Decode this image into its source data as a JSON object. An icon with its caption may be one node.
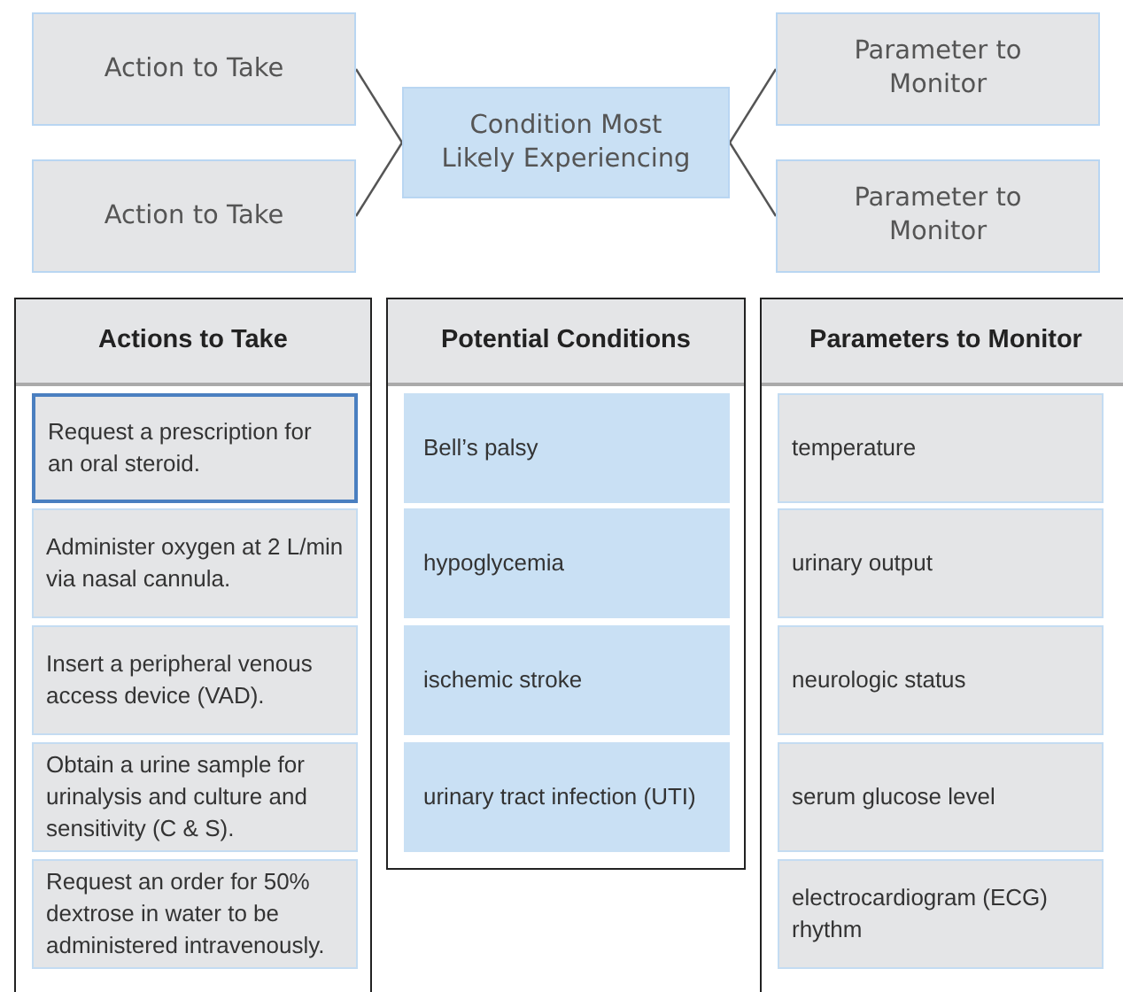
{
  "diagram": {
    "nodes": [
      {
        "text": [
          "Action to Take"
        ]
      },
      {
        "text": [
          "Action to Take"
        ]
      },
      {
        "text": [
          "Condition Most Likely Experiencing"
        ]
      },
      {
        "text": [
          "Parameter to Monitor"
        ]
      },
      {
        "text": [
          "Parameter to Monitor"
        ]
      },
      {
        "text": [
          "Actions to Take"
        ]
      },
      {
        "text": [
          "Request a prescription for an oral steroid."
        ],
        "in": 5
      },
      {
        "text": [
          "Administer oxygen at 2 L/min via nasal cannula."
        ],
        "in": 5
      },
      {
        "text": [
          "Insert a peripheral venous access device (VAD)."
        ],
        "in": 5
      },
      {
        "text": [
          "Obtain a urine sample for urinalysis and culture and sensitivity (C & S)."
        ],
        "in": 5
      },
      {
        "text": [
          "Request an order for 50% dextrose in water to be administered intravenously."
        ],
        "in": 5
      },
      {
        "text": [
          "Potential Conditions"
        ]
      },
      {
        "text": [
          "Bell’s palsy"
        ],
        "in": 11
      },
      {
        "text": [
          "hypoglycemia"
        ],
        "in": 11
      },
      {
        "text": [
          "ischemic stroke"
        ],
        "in": 11
      },
      {
        "text": [
          "urinary tract infection (UTI)"
        ],
        "in": 11
      },
      {
        "text": [
          "Parameters to Monitor"
        ]
      },
      {
        "text": [
          "temperature"
        ],
        "in": 16
      },
      {
        "text": [
          "urinary output"
        ],
        "in": 16
      },
      {
        "text": [
          "neurologic status"
        ],
        "in": 16
      },
      {
        "text": [
          "serum glucose level"
        ],
        "in": 16
      },
      {
        "text": [
          "electrocardiogram (ECG) rhythm"
        ],
        "in": 16
      }
    ],
    "edges": [
      {
        "from": 2,
        "to": 0,
        "arrow": "none"
      },
      {
        "from": 2,
        "to": 1,
        "arrow": "none"
      },
      {
        "from": 2,
        "to": 3,
        "arrow": "none"
      },
      {
        "from": 2,
        "to": 4,
        "arrow": "none"
      }
    ]
  }
}
